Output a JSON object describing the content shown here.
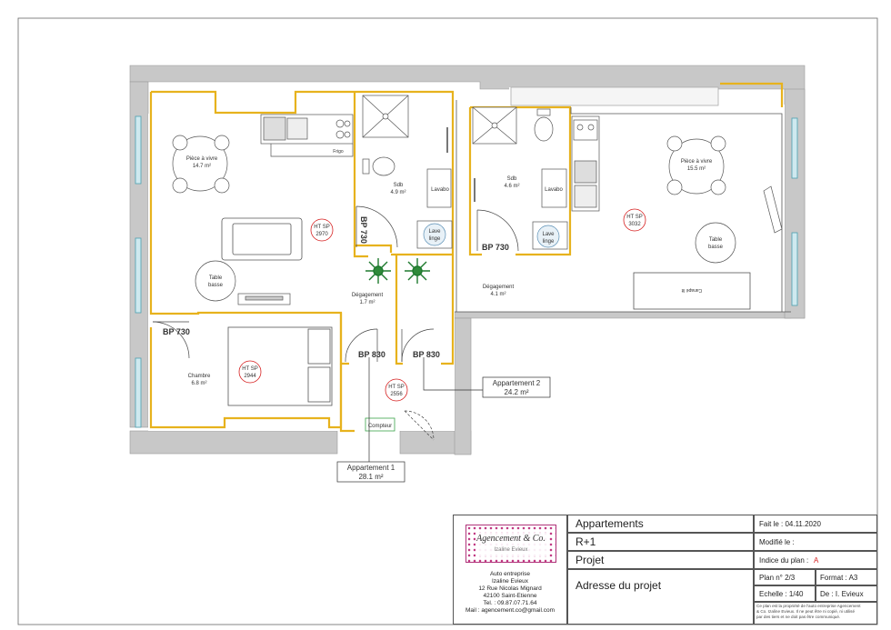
{
  "rooms": {
    "piece_vivre_1": {
      "name": "Pièce à vivre",
      "area": "14.7 m²"
    },
    "sdb_1": {
      "name": "Sdb",
      "area": "4.9 m²"
    },
    "degagement_1": {
      "name": "Dégagement",
      "area": "1.7 m²"
    },
    "chambre": {
      "name": "Chambre",
      "area": "6.8 m²"
    },
    "sdb_2": {
      "name": "Sdb",
      "area": "4.6 m²"
    },
    "degagement_2": {
      "name": "Dégagement",
      "area": "4.1 m²"
    },
    "piece_vivre_2": {
      "name": "Pièce à vivre",
      "area": "15.5 m²"
    }
  },
  "furniture": {
    "table_basse": [
      "Table",
      "basse"
    ],
    "lavabo": "Lavabo",
    "lave_linge": [
      "Lave",
      "linge"
    ],
    "canape_lit": "Canapé lit",
    "frigo": "Frigo",
    "compteur": "Compteur"
  },
  "doors": {
    "bp730": "BP 730",
    "bp830": "BP 830"
  },
  "heights": {
    "h2970": [
      "HT SP",
      "2970"
    ],
    "h2944": [
      "HT SP",
      "2944"
    ],
    "h2556": [
      "HT SP",
      "2556"
    ],
    "h3032": [
      "HT SP",
      "3032"
    ]
  },
  "callouts": {
    "apt1": {
      "name": "Appartement 1",
      "area": "28.1 m²"
    },
    "apt2": {
      "name": "Appartement 2",
      "area": "24.2 m²"
    }
  },
  "colors": {
    "wall": "#c8c8c8",
    "partition": "#e7b21d",
    "height_marker": "#d62020",
    "plant": "#1e7a2e"
  },
  "title_block": {
    "logo_name": "Agencement & Co.",
    "logo_sub": "Izaline Evieux",
    "company": [
      "Auto entreprise",
      "Izaline Evieux",
      "12 Rue Nicolas Mignard",
      "42100 Saint-Etienne",
      "Tel. : 09.87.07.71.64",
      "Mail : agencement.co@gmail.com"
    ],
    "project_type": "Appartements",
    "level": "R+1",
    "project": "Projet",
    "address": "Adresse du projet",
    "done_label": "Fait le : 04.11.2020",
    "modified_label": "Modifié le :",
    "index_label": "Indice du plan :",
    "index_value": "A",
    "plan_no": "Plan n° 2/3",
    "format": "Format : A3",
    "scale": "Echelle : 1/40",
    "author": "De : I. Evieux",
    "disclaimer": [
      "Ce plan est la propriété de l'auto entreprise Agencement",
      "& Co. Izaline Evieux. Il ne peut être ni copié, ni utilisé",
      "par des tiers et ne doit pas être communiqué."
    ]
  }
}
